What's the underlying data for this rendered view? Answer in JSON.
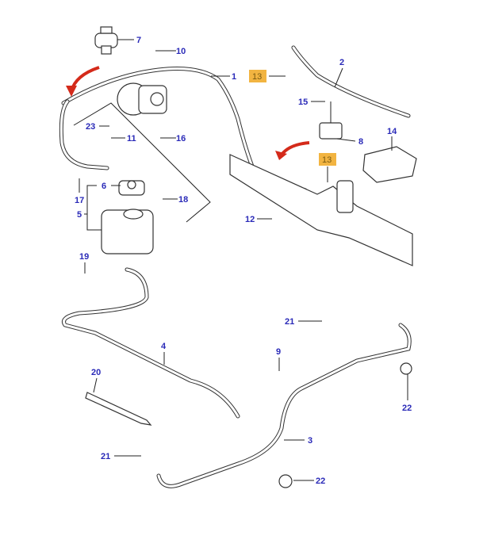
{
  "callouts": {
    "c7": "7",
    "c10": "10",
    "c1": "1",
    "c2": "2",
    "c13a": "13",
    "c15": "15",
    "c8": "8",
    "c14": "14",
    "c13b": "13",
    "c23": "23",
    "c11": "11",
    "c16": "16",
    "c17": "17",
    "c6": "6",
    "c18": "18",
    "c5": "5",
    "c12": "12",
    "c19": "19",
    "c4": "4",
    "c21a": "21",
    "c9": "9",
    "c22a": "22",
    "c20": "20",
    "c3": "3",
    "c21b": "21",
    "c22b": "22"
  },
  "colors": {
    "callout_text": "#2a2ab8",
    "highlight": "#f2b441",
    "arrow": "#d42a1a"
  }
}
